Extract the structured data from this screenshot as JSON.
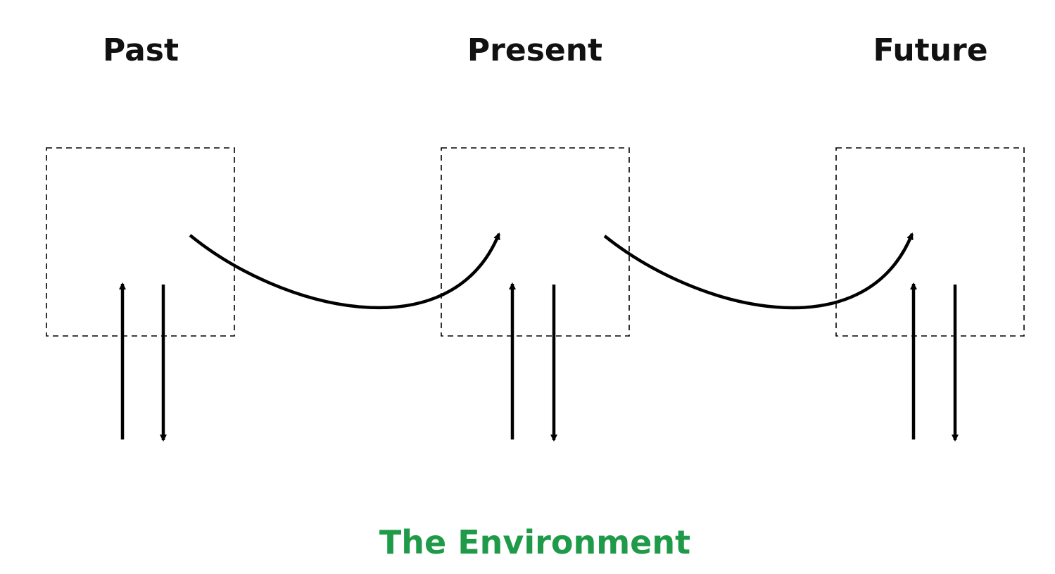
{
  "diagram": {
    "stages": [
      {
        "label": "Past"
      },
      {
        "label": "Present"
      },
      {
        "label": "Future"
      }
    ],
    "environment_label": "The Environment",
    "colors": {
      "text": "#111111",
      "stroke": "#000000",
      "environment": "#1f9a48",
      "background": "#ffffff"
    }
  }
}
